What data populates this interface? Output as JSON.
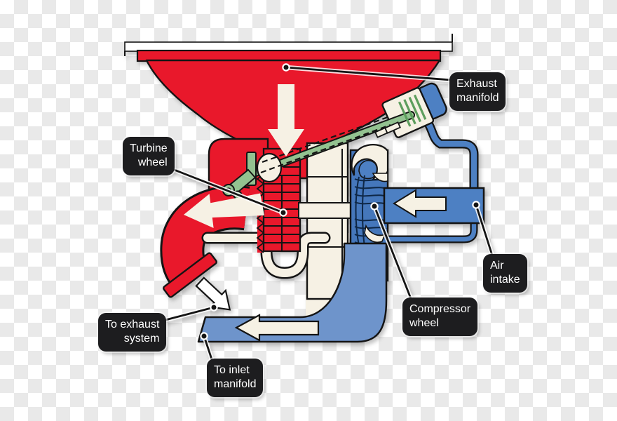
{
  "figure": {
    "type": "technical-diagram",
    "subject": "Turbocharger airflow schematic",
    "labels": {
      "exhaust_manifold": "Exhaust\nmanifold",
      "turbine_wheel": "Turbine\nwheel",
      "air_intake": "Air\nintake",
      "compressor_wheel": "Compressor\nwheel",
      "to_exhaust_system": "To exhaust\nsystem",
      "to_inlet_manifold": "To inlet\nmanifold"
    },
    "colors": {
      "exhaust_red": "#e9182b",
      "intake_blue": "#4d80c3",
      "intake_blue_light": "#6e94cb",
      "compressor_blue": "#4577bb",
      "linkage_green": "#93c290",
      "housing_cream": "#f6f1e4",
      "label_bg": "#1d1d1f",
      "label_text": "#ffffff",
      "outline": "#141414",
      "checker_gray": "#e9e9e9"
    }
  }
}
